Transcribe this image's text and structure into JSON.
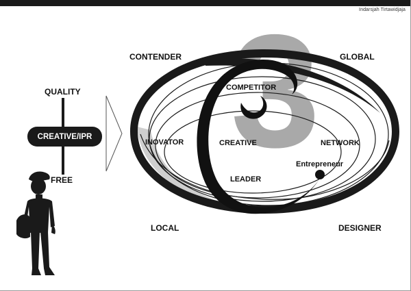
{
  "author": "Indarsjah Tirtawidjaja",
  "big_numeral": "3",
  "axis": {
    "top": "QUALITY",
    "center": "CREATIVE/IPR",
    "bottom": "FREE"
  },
  "corners": {
    "top_left": "CONTENDER",
    "top_right": "GLOBAL",
    "bottom_left": "LOCAL",
    "bottom_right": "DESIGNER"
  },
  "inner_labels": {
    "competitor": "COMPETITOR",
    "inovator": "INOVATOR",
    "creative": "CREATIVE",
    "network": "NETWORK",
    "entrepreneur": "Entrepreneur",
    "leader": "LEADER"
  },
  "colors": {
    "ink": "#1a1a1a",
    "numeral_gray": "#a9a9a9",
    "swoosh_gray": "#cfcfcf"
  }
}
